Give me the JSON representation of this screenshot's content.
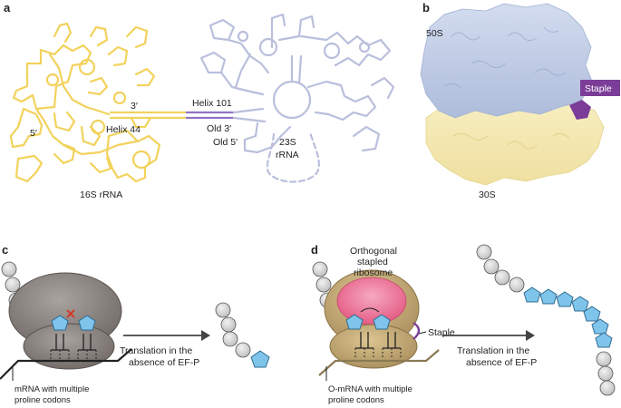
{
  "panels": {
    "a": {
      "letter": "a",
      "labels": {
        "three_prime": "3′",
        "five_prime": "5′",
        "helix44": "Helix 44",
        "helix101": "Helix 101",
        "old3": "Old 3′",
        "old5": "Old 5′",
        "rna23s_line1": "23S",
        "rna23s_line2": "rRNA",
        "rna16s": "16S rRNA"
      },
      "colors": {
        "rna16s": "#f2d25c",
        "rna23s": "#b9bfdc",
        "helix44_link": "#8f74c8"
      }
    },
    "b": {
      "letter": "b",
      "labels": {
        "large": "50S",
        "small": "30S",
        "staple": "Staple"
      },
      "colors": {
        "large": "#bcc9e3",
        "small": "#f7ecb2",
        "staple": "#7b3d98"
      }
    },
    "c": {
      "letter": "c",
      "arrow_label_1": "Translation in the",
      "arrow_label_2": "absence of EF-P",
      "mrna_label_1": "mRNA with multiple",
      "mrna_label_2": "proline codons",
      "colors": {
        "ribosome": "#8e8784",
        "pentagon": "#7fc4ea",
        "bead": "#d6d6d6",
        "stall_mark": "#d33a2a"
      }
    },
    "d": {
      "letter": "d",
      "ribosome_title_1": "Orthogonal",
      "ribosome_title_2": "stapled",
      "ribosome_title_3": "ribosome",
      "staple_label": "Staple",
      "arrow_label_1": "Translation in the",
      "arrow_label_2": "absence of EF-P",
      "mrna_label_1": "O-mRNA with multiple",
      "mrna_label_2": "proline codons",
      "colors": {
        "ribosome": "#c7ac7a",
        "large_inner": "#ee7ea0",
        "pentagon": "#7fc4ea",
        "bead": "#d6d6d6",
        "staple": "#7b3d98"
      }
    }
  }
}
